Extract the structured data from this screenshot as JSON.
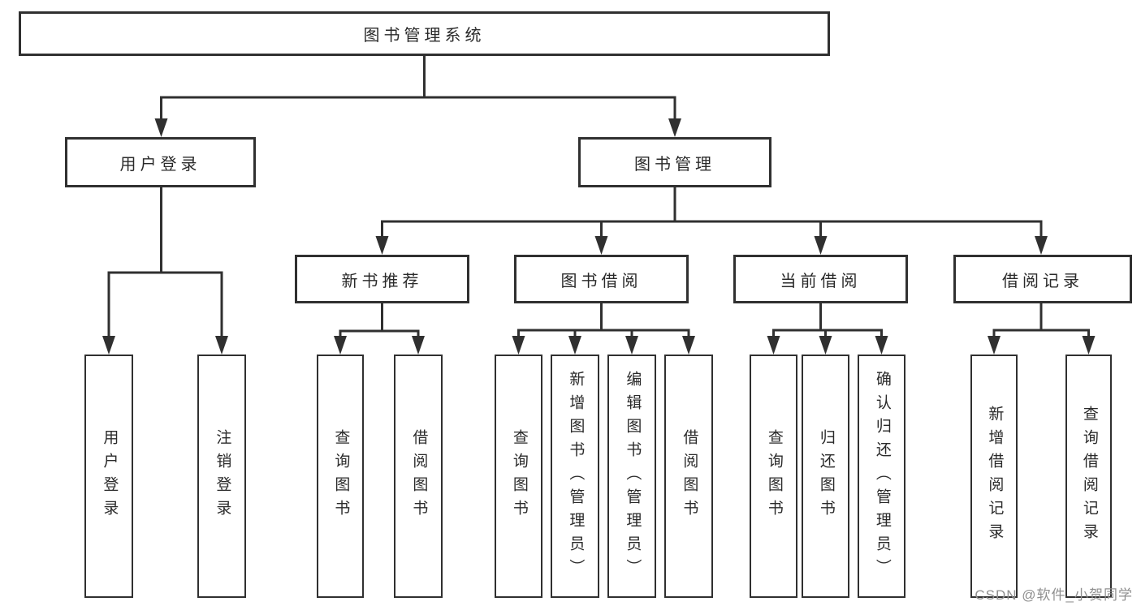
{
  "diagram": {
    "root": {
      "label": "图书管理系统"
    },
    "branches": {
      "user_login": {
        "label": "用户登录",
        "children": [
          {
            "label": "用户登录"
          },
          {
            "label": "注销登录"
          }
        ]
      },
      "book_mgmt": {
        "label": "图书管理",
        "children": [
          {
            "label": "新书推荐",
            "children": [
              {
                "label": "查询图书"
              },
              {
                "label": "借阅图书"
              }
            ]
          },
          {
            "label": "图书借阅",
            "children": [
              {
                "label": "查询图书"
              },
              {
                "label": "新增图书（管理员）"
              },
              {
                "label": "编辑图书（管理员）"
              },
              {
                "label": "借阅图书"
              }
            ]
          },
          {
            "label": "当前借阅",
            "children": [
              {
                "label": "查询图书"
              },
              {
                "label": "归还图书"
              },
              {
                "label": "确认归还（管理员）"
              }
            ]
          },
          {
            "label": "借阅记录",
            "children": [
              {
                "label": "新增借阅记录"
              },
              {
                "label": "查询借阅记录"
              }
            ]
          }
        ]
      }
    }
  },
  "watermark": {
    "text": "CSDN @软件_小贺同学"
  },
  "colors": {
    "line": "#303030",
    "text": "#2a2a2a",
    "watermark": "#8f8f8f",
    "background": "#ffffff"
  }
}
